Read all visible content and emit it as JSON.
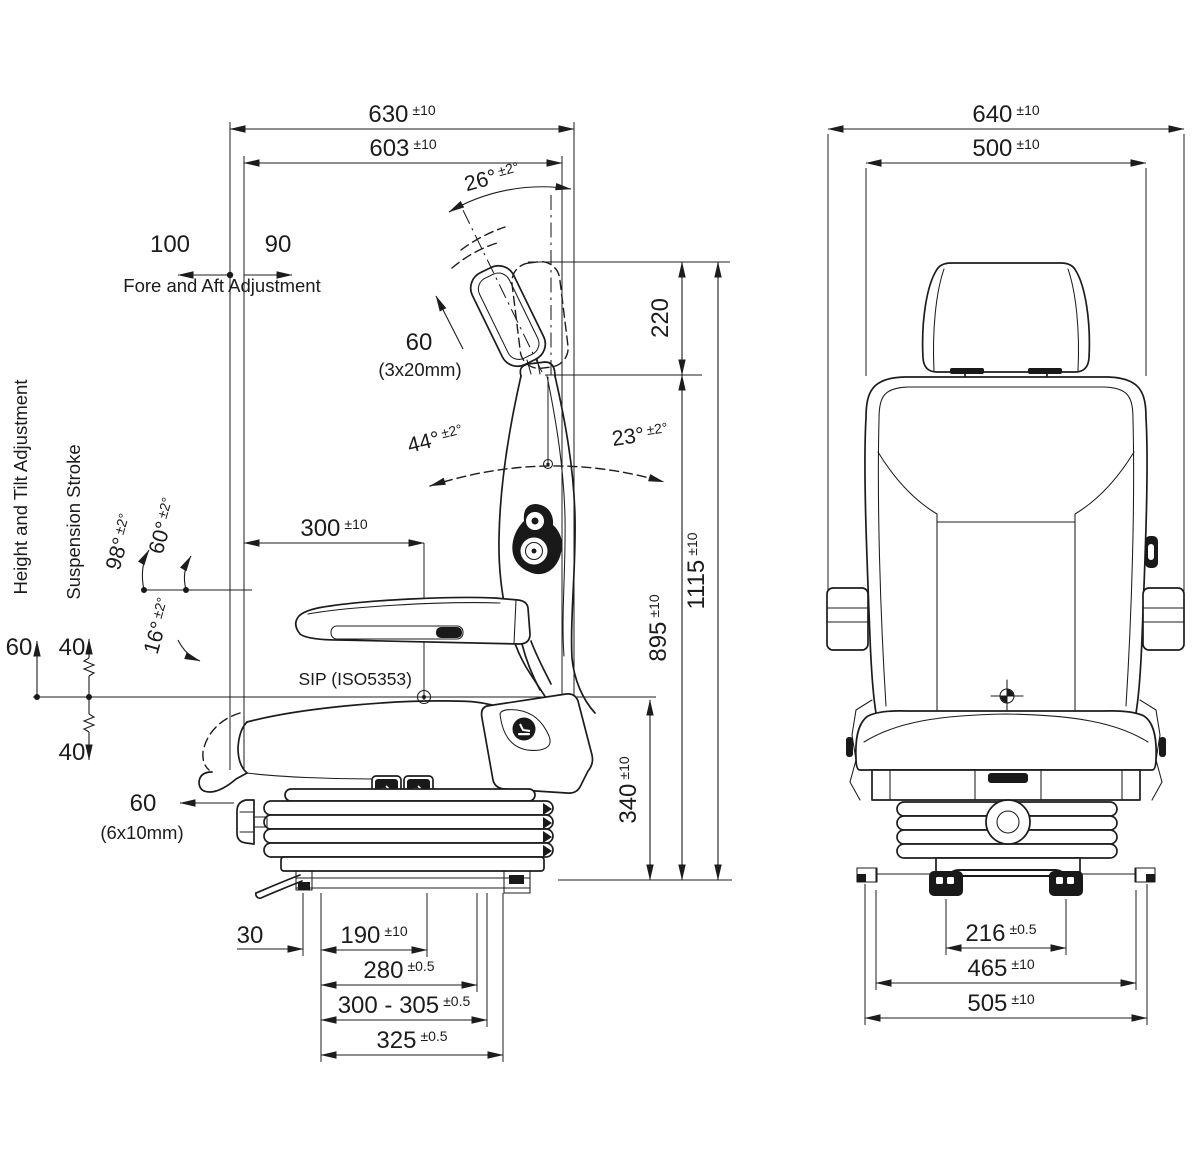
{
  "side": {
    "d630": {
      "v": "630",
      "t": "±10"
    },
    "d603": {
      "v": "603",
      "t": "±10"
    },
    "a26": {
      "v": "26°",
      "t": "±2°"
    },
    "fore": "100",
    "aft": "90",
    "fore_aft_label": "Fore and Aft Adjustment",
    "hr_stroke": "60",
    "hr_steps": "(3x20mm)",
    "d220": "220",
    "a44": {
      "v": "44°",
      "t": "±2°"
    },
    "a23": {
      "v": "23°",
      "t": "±2°"
    },
    "a98": {
      "v": "98°",
      "t": "±2°"
    },
    "a60": {
      "v": "60°",
      "t": "±2°"
    },
    "a16": {
      "v": "16°",
      "t": "±2°"
    },
    "d300": {
      "v": "300",
      "t": "±10"
    },
    "height_tilt_label": "Height and Tilt Adjustment",
    "suspension_label": "Suspension Stroke",
    "h60": "60",
    "s40_up": "40",
    "s40_down": "40",
    "sip_label": "SIP (ISO5353)",
    "slide60": "60",
    "slide_steps": "(6x10mm)",
    "d895": {
      "v": "895",
      "t": "±10"
    },
    "d1115": {
      "v": "1115",
      "t": "±10"
    },
    "d340": {
      "v": "340",
      "t": "±10"
    },
    "d30": "30",
    "d190": {
      "v": "190",
      "t": "±10"
    },
    "d280": {
      "v": "280",
      "t": "±0.5"
    },
    "d305": {
      "v": "300 - 305",
      "t": "±0.5"
    },
    "d325": {
      "v": "325",
      "t": "±0.5"
    }
  },
  "front": {
    "d640": {
      "v": "640",
      "t": "±10"
    },
    "d500": {
      "v": "500",
      "t": "±10"
    },
    "d216": {
      "v": "216",
      "t": "±0.5"
    },
    "d465": {
      "v": "465",
      "t": "±10"
    },
    "d505": {
      "v": "505",
      "t": "±10"
    }
  }
}
